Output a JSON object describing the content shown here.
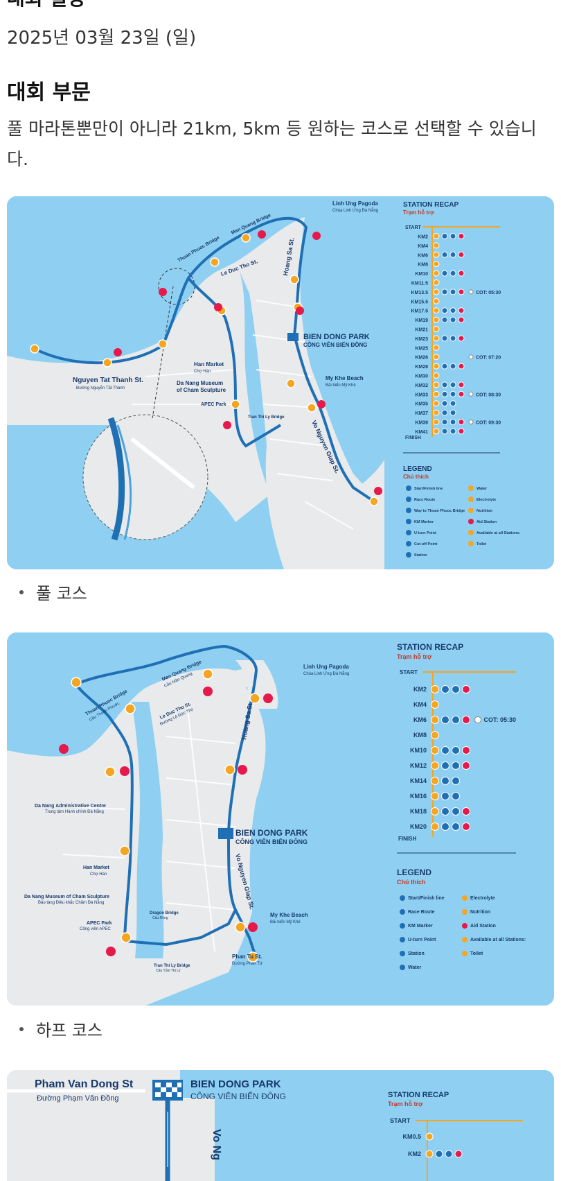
{
  "page": {
    "heading_top": "대회 일정",
    "date": "2025년 03월 23일 (일)",
    "divisions_heading": "대회 부문",
    "divisions_desc": "풀 마라톤뿐만이 아니라 21km, 5km 등 원하는 코스로 선택할 수 있습니다."
  },
  "map_full": {
    "caption": "풀 코스",
    "recap_title": "STATION RECAP",
    "recap_sub": "Trạm hỗ trợ",
    "start": "START",
    "finish": "FINISH",
    "stations": [
      {
        "km": "KM2",
        "n": 4
      },
      {
        "km": "KM4",
        "n": 1
      },
      {
        "km": "KM6",
        "n": 4
      },
      {
        "km": "KM8",
        "n": 1
      },
      {
        "km": "KM10",
        "n": 4
      },
      {
        "km": "KM11.5",
        "n": 1
      },
      {
        "km": "KM13.5",
        "n": 4,
        "cot": "COT: 05:30"
      },
      {
        "km": "KM15.5",
        "n": 1
      },
      {
        "km": "KM17.5",
        "n": 4
      },
      {
        "km": "KM19",
        "n": 4
      },
      {
        "km": "KM21",
        "n": 1
      },
      {
        "km": "KM23",
        "n": 4
      },
      {
        "km": "KM25",
        "n": 1
      },
      {
        "km": "KM26",
        "n": 1,
        "cot": "COT: 07:20"
      },
      {
        "km": "KM28",
        "n": 4
      },
      {
        "km": "KM30",
        "n": 1
      },
      {
        "km": "KM32",
        "n": 4
      },
      {
        "km": "KM33",
        "n": 4,
        "cot": "COT: 08:30"
      },
      {
        "km": "KM35",
        "n": 3
      },
      {
        "km": "KM37",
        "n": 3
      },
      {
        "km": "KM39",
        "n": 4,
        "cot": "COT: 09:30"
      },
      {
        "km": "KM41",
        "n": 4
      }
    ],
    "legend_title": "LEGEND",
    "legend_sub": "Chú thích",
    "legend_items": [
      "Start/Finish line",
      "Race Route",
      "Way to Thuan Phuoc Bridge",
      "KM Marker",
      "U-turn Point",
      "Cut-off Point",
      "Station",
      "Water",
      "Electrolyte",
      "Nutrition",
      "Aid Station",
      "Available at all Stations:",
      "Toilet"
    ],
    "labels": {
      "pagoda": "Linh Ung Pagoda",
      "pagoda_vn": "Chùa Linh Ứng Đà Nẵng",
      "park": "BIEN DONG PARK",
      "park_vn": "CÔNG VIÊN BIỂN ĐÔNG",
      "han": "Han Market",
      "han_vn": "Chợ Hàn",
      "museum": "Da Nang Museum",
      "museum2": "of Cham Sculpture",
      "apec": "APEC Park",
      "mykhe": "My Khe Beach",
      "mykhe_vn": "Bãi biển Mỹ Khê",
      "ntt": "Nguyen Tat Thanh St.",
      "ntt_vn": "Đường Nguyễn Tất Thành",
      "hoangsa": "Hoang Sa St.",
      "ledd": "Le Duc Tho St.",
      "vng": "Vo Nguyen Giap St.",
      "manquang": "Man Quang Bridge",
      "thuanphuoc": "Thuan Phuoc Bridge",
      "ttly": "Tran Thi Ly Bridge"
    }
  },
  "map_half": {
    "caption": "하프 코스",
    "recap_title": "STATION RECAP",
    "recap_sub": "Trạm hỗ trợ",
    "start": "START",
    "finish": "FINISH",
    "stations": [
      {
        "km": "KM2",
        "n": 4
      },
      {
        "km": "KM4",
        "n": 1
      },
      {
        "km": "KM6",
        "n": 4,
        "cot": "COT: 05:30"
      },
      {
        "km": "KM8",
        "n": 1
      },
      {
        "km": "KM10",
        "n": 4
      },
      {
        "km": "KM12",
        "n": 4
      },
      {
        "km": "KM14",
        "n": 3
      },
      {
        "km": "KM16",
        "n": 3
      },
      {
        "km": "KM18",
        "n": 4
      },
      {
        "km": "KM20",
        "n": 4
      }
    ],
    "legend_title": "LEGEND",
    "legend_sub": "Chú thích",
    "legend_items": [
      "Start/Finish line",
      "Race Route",
      "KM Marker",
      "U-turn Point",
      "Station",
      "Water",
      "Electrolyte",
      "Nutrition",
      "Aid Station",
      "Available at all Stations:",
      "Toilet"
    ],
    "labels": {
      "pagoda": "Linh Ung Pagoda",
      "pagoda_vn": "Chùa Linh Ứng Đà Nẵng",
      "park": "BIEN DONG PARK",
      "park_vn": "CÔNG VIÊN BIỂN ĐÔNG",
      "han": "Han Market",
      "han_vn": "Chợ Hàn",
      "admin": "Da Nang Administrative Centre",
      "admin_vn": "Trung tâm Hành chính Đà Nẵng",
      "museum": "Da Nang Museum of Cham Sculpture",
      "museum_vn": "Bảo tàng Điêu khắc Chăm Đà Nẵng",
      "apec": "APEC Park",
      "apec_vn": "Công viên APEC",
      "mykhe": "My Khe Beach",
      "mykhe_vn": "Bãi biển Mỹ Khê",
      "hoangsa": "Hoang Sa St.",
      "ledd": "Le Duc Tho St.",
      "ledd_vn": "Đường Lê Đức Thọ",
      "vng": "Vo Nguyen Giap St.",
      "manquang": "Man Quang Bridge",
      "manquang_vn": "Cầu Mân Quang",
      "thuanphuoc": "Thuan Phuoc Bridge",
      "thuanphuoc_vn": "Cầu Thuận Phước",
      "phantu": "Phan Tu St.",
      "phantu_vn": "Đường Phan Tứ",
      "ttly": "Tran Thi Ly Bridge",
      "ttly_vn": "Cầu Trần Thị Lý",
      "dragon": "Dragon Bridge",
      "dragon_vn": "Cầu Rồng"
    }
  },
  "map_5k": {
    "pvd": "Pham Van Dong St",
    "pvd_vn": "Đường Phạm Văn Đồng",
    "park": "BIEN DONG PARK",
    "park_vn": "CÔNG VIÊN BIỂN ĐÔNG",
    "vn": "Vo Ng",
    "recap_title": "STATION RECAP",
    "recap_sub": "Trạm hỗ trợ",
    "start": "START",
    "stations": [
      {
        "km": "KM0.5",
        "n": 1
      },
      {
        "km": "KM2",
        "n": 4
      }
    ]
  }
}
